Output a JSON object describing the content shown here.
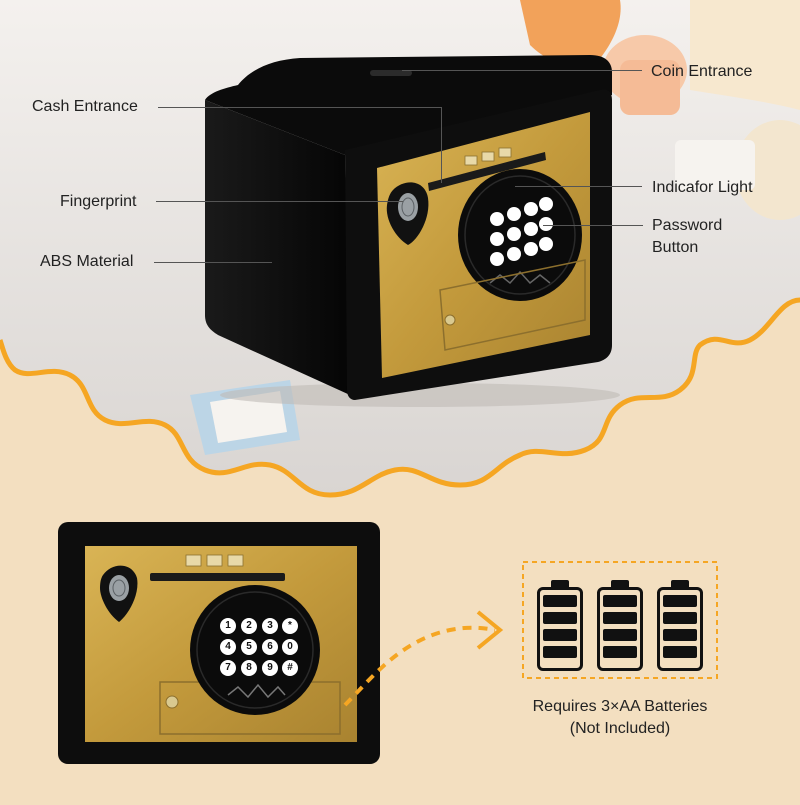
{
  "callouts": {
    "coin_entrance": "Coin Entrance",
    "cash_entrance": "Cash Entrance",
    "fingerprint": "Fingerprint",
    "indicator_light": "Indicafor Light",
    "password_button_line1": "Password",
    "password_button_line2": "Button",
    "abs_material": "ABS Material"
  },
  "keypad": {
    "keys": [
      "1",
      "2",
      "3",
      "*",
      "4",
      "5",
      "6",
      "0",
      "7",
      "8",
      "9",
      "#"
    ]
  },
  "batteries": {
    "count": 3,
    "caption_line1": "Requires 3×AA Batteries",
    "caption_line2": "(Not Included)"
  },
  "colors": {
    "background": "#f3dfc0",
    "scalloped_accent": "#f5a623",
    "safe_body": "#0d0d0d",
    "gold_panel": "#c9a13f",
    "dashed_arrow": "#f5a623"
  }
}
